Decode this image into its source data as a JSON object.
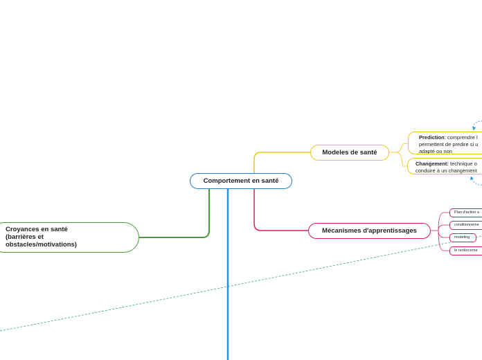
{
  "central": {
    "label": "Comportement en santé"
  },
  "topics": {
    "modeles": {
      "label": "Modeles de santé",
      "prediction": {
        "bold": "Prediction",
        "line1_rest": ": comprendre l",
        "line2": "permettent de predire si u",
        "line3": "adapté ou non"
      },
      "changement": {
        "bold": "Changement:",
        "line1_rest": " technique o",
        "line2": "conduire à un changement"
      }
    },
    "mecanismes": {
      "label": "Mécanismes d'apprentissages",
      "leaves": [
        "Plan d'action a",
        "conditionneme",
        "modeling",
        "le renforceme"
      ]
    },
    "croyances": {
      "line1": "Croyances en santé",
      "line2": "(barrières et",
      "line3": "obstacles/motivations)"
    }
  },
  "colors": {
    "central_border": "#2b7fc0",
    "modeles": "#f0c419",
    "mecanismes": "#d81b60",
    "croyances": "#4a9a3a",
    "vertical_branch": "#2a8fd6",
    "relationship": "#3aa88a"
  }
}
